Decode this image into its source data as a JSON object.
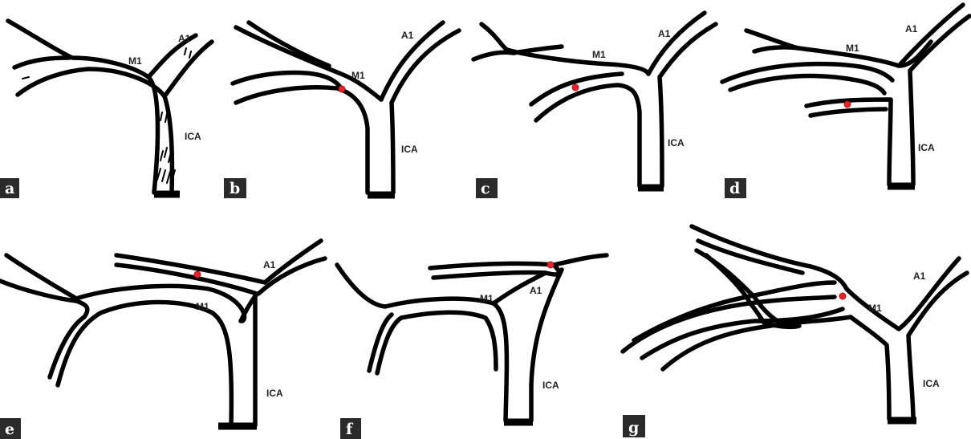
{
  "figure": {
    "panels": [
      {
        "letter": "a",
        "labels": {
          "a1": "A1",
          "m1": "M1",
          "ica": "ICA"
        }
      },
      {
        "letter": "b",
        "labels": {
          "a1": "A1",
          "m1": "M1",
          "ica": "ICA"
        }
      },
      {
        "letter": "c",
        "labels": {
          "a1": "A1",
          "m1": "M1",
          "ica": "ICA"
        }
      },
      {
        "letter": "d",
        "labels": {
          "a1": "A1",
          "m1": "M1",
          "ica": "ICA"
        }
      },
      {
        "letter": "e",
        "labels": {
          "a1": "A1",
          "m1": "M1",
          "ica": "ICA"
        }
      },
      {
        "letter": "f",
        "labels": {
          "a1": "A1",
          "m1": "M1",
          "ica": "ICA"
        }
      },
      {
        "letter": "g",
        "labels": {
          "a1": "A1",
          "m1": "M1",
          "ica": "ICA"
        }
      }
    ],
    "colors": {
      "vessel": "#000000",
      "aneurysm": "#e8242b",
      "label_box": "#2b2b2b"
    }
  }
}
